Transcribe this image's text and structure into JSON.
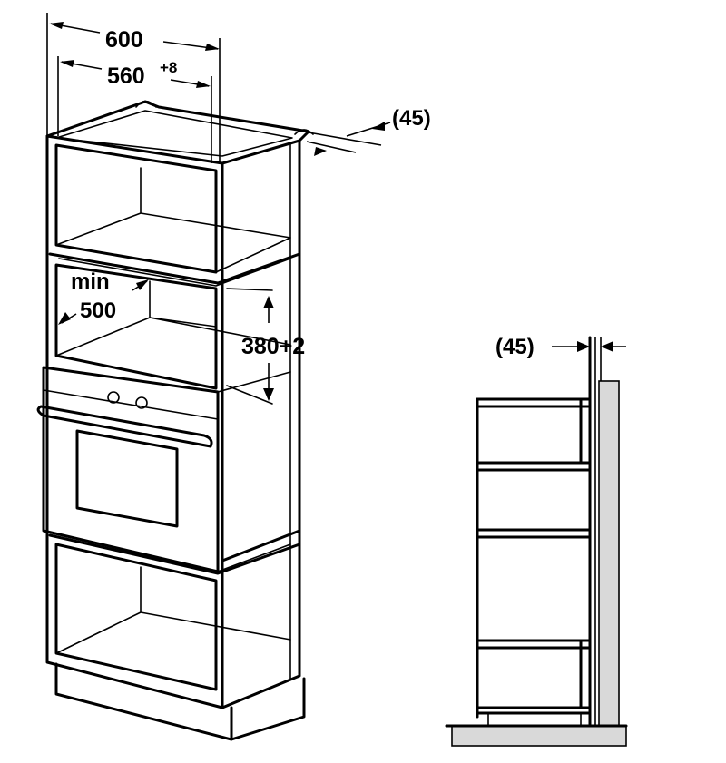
{
  "dimensions": {
    "width_total": "600",
    "width_inner": "560",
    "width_inner_tolerance": "+8",
    "top_gap": "(45)",
    "min_label": "min",
    "min_value": "500",
    "niche_height": "380+2",
    "side_gap": "(45)"
  },
  "colors": {
    "line": "#000000",
    "wall": "#d9d9d9",
    "niche_fill": "#ffffff"
  },
  "views": [
    "isometric-cabinet-view",
    "side-section-view"
  ]
}
